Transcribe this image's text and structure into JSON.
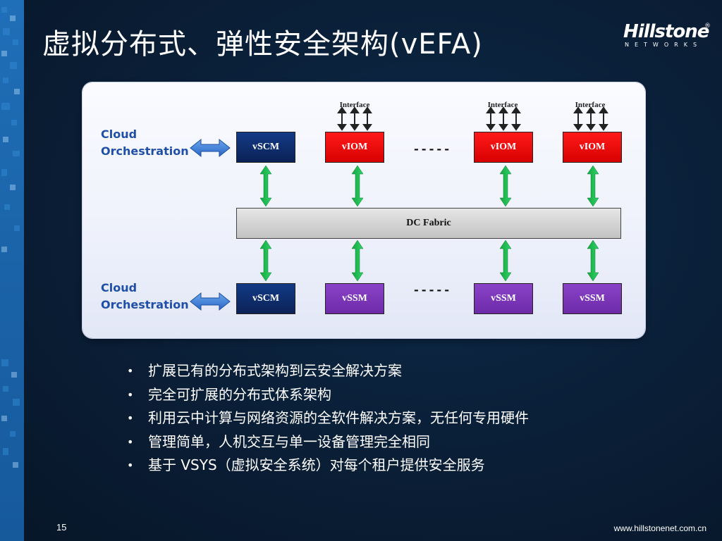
{
  "title": "虚拟分布式、弹性安全架构(vEFA)",
  "logo": {
    "name": "Hillstone",
    "tagline": "NETWORKS",
    "reg": "®"
  },
  "diagram": {
    "cloud_top": "Cloud\nOrchestration",
    "cloud_bottom": "Cloud\nOrchestration",
    "interface_label": "Interface",
    "top_nodes": [
      "vSCM",
      "vIOM",
      "vIOM",
      "vIOM"
    ],
    "bottom_nodes": [
      "vSCM",
      "vSSM",
      "vSSM",
      "vSSM"
    ],
    "fabric": "DC Fabric",
    "ellipsis": "-----",
    "colors": {
      "vscm": "#0b2256",
      "viom": "#e00000",
      "vssm": "#6c2aa8",
      "arrow_green": "#17b24a",
      "arrow_blue": "#2f78d8"
    }
  },
  "bullets": [
    "扩展已有的分布式架构到云安全解决方案",
    "完全可扩展的分布式体系架构",
    "利用云中计算与网络资源的全软件解决方案，无任何专用硬件",
    "管理简单，人机交互与单一设备管理完全相同",
    "基于 VSYS（虚拟安全系统）对每个租户提供安全服务"
  ],
  "footer": {
    "page": "15",
    "url": "www.hillstonenet.com.cn"
  }
}
